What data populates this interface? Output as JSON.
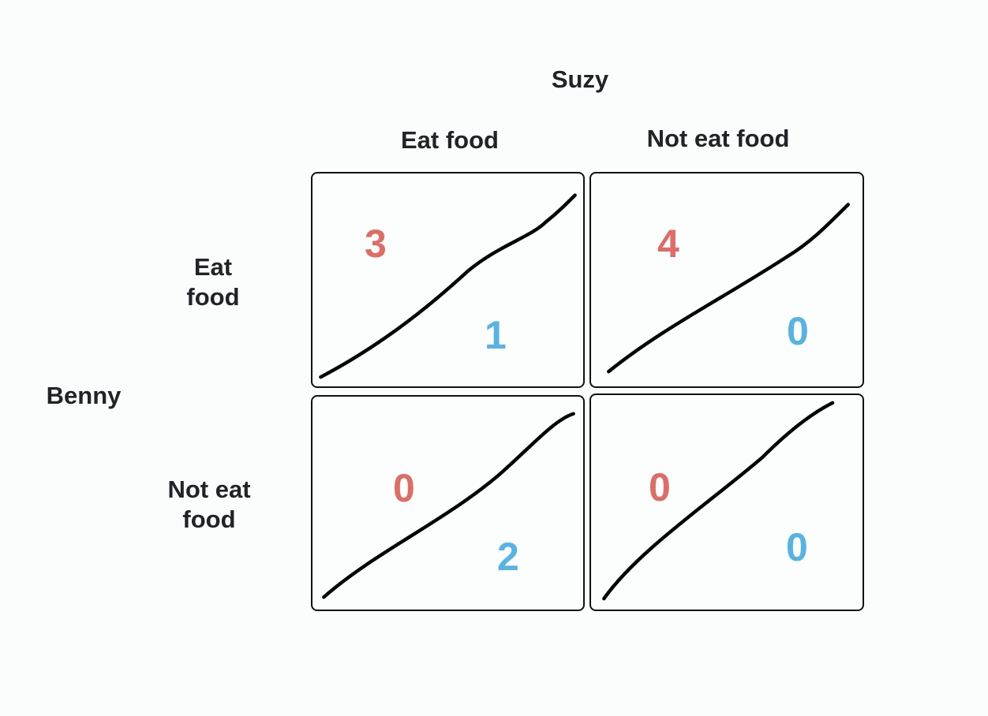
{
  "column_player": "Suzy",
  "row_player": "Benny",
  "columns": [
    "Eat food",
    "Not eat food"
  ],
  "rows": [
    {
      "line1": "Eat",
      "line2": "food"
    },
    {
      "line1": "Not eat",
      "line2": "food"
    }
  ],
  "payoffs": [
    [
      {
        "benny": "3",
        "suzy": "1"
      },
      {
        "benny": "4",
        "suzy": "0"
      }
    ],
    [
      {
        "benny": "0",
        "suzy": "2"
      },
      {
        "benny": "0",
        "suzy": "0"
      }
    ]
  ],
  "colors": {
    "benny": "#e06c66",
    "suzy": "#56b3e4",
    "border": "#111111"
  }
}
